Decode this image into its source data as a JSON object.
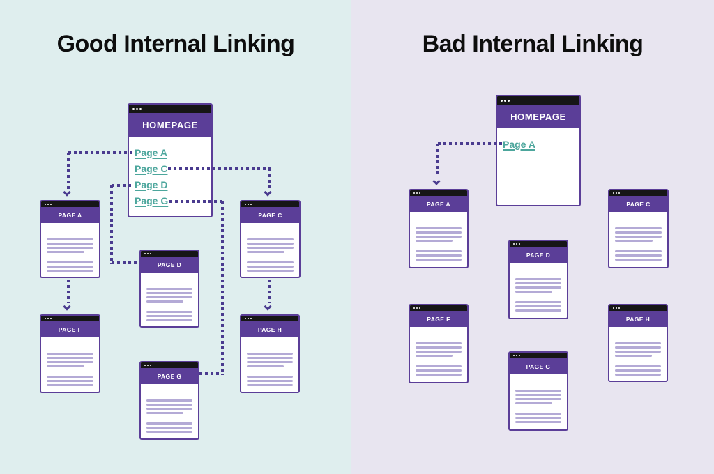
{
  "left": {
    "title": "Good Internal Linking",
    "homepage": {
      "title": "HOMEPAGE",
      "links": [
        {
          "label": "Page A"
        },
        {
          "label": "Page C"
        },
        {
          "label": "Page D"
        },
        {
          "label": "Page G"
        }
      ]
    },
    "pages": [
      {
        "label": "PAGE A"
      },
      {
        "label": "PAGE C"
      },
      {
        "label": "PAGE D"
      },
      {
        "label": "PAGE F"
      },
      {
        "label": "PAGE G"
      },
      {
        "label": "PAGE H"
      }
    ]
  },
  "right": {
    "title": "Bad Internal Linking",
    "homepage": {
      "title": "HOMEPAGE",
      "links": [
        {
          "label": "Page A"
        }
      ]
    },
    "pages": [
      {
        "label": "PAGE A"
      },
      {
        "label": "PAGE C"
      },
      {
        "label": "PAGE D"
      },
      {
        "label": "PAGE F"
      },
      {
        "label": "PAGE G"
      },
      {
        "label": "PAGE H"
      }
    ]
  },
  "colors": {
    "left_background": "#dfeeee",
    "right_background": "#e8e5f0",
    "window_purple": "#5b3e98",
    "titlebar_black": "#161616",
    "arrow_purple": "#4a3b8f",
    "link_teal": "#4ca69c",
    "content_line_purple": "#b4aad6",
    "title_text": "#0d0d0d"
  }
}
